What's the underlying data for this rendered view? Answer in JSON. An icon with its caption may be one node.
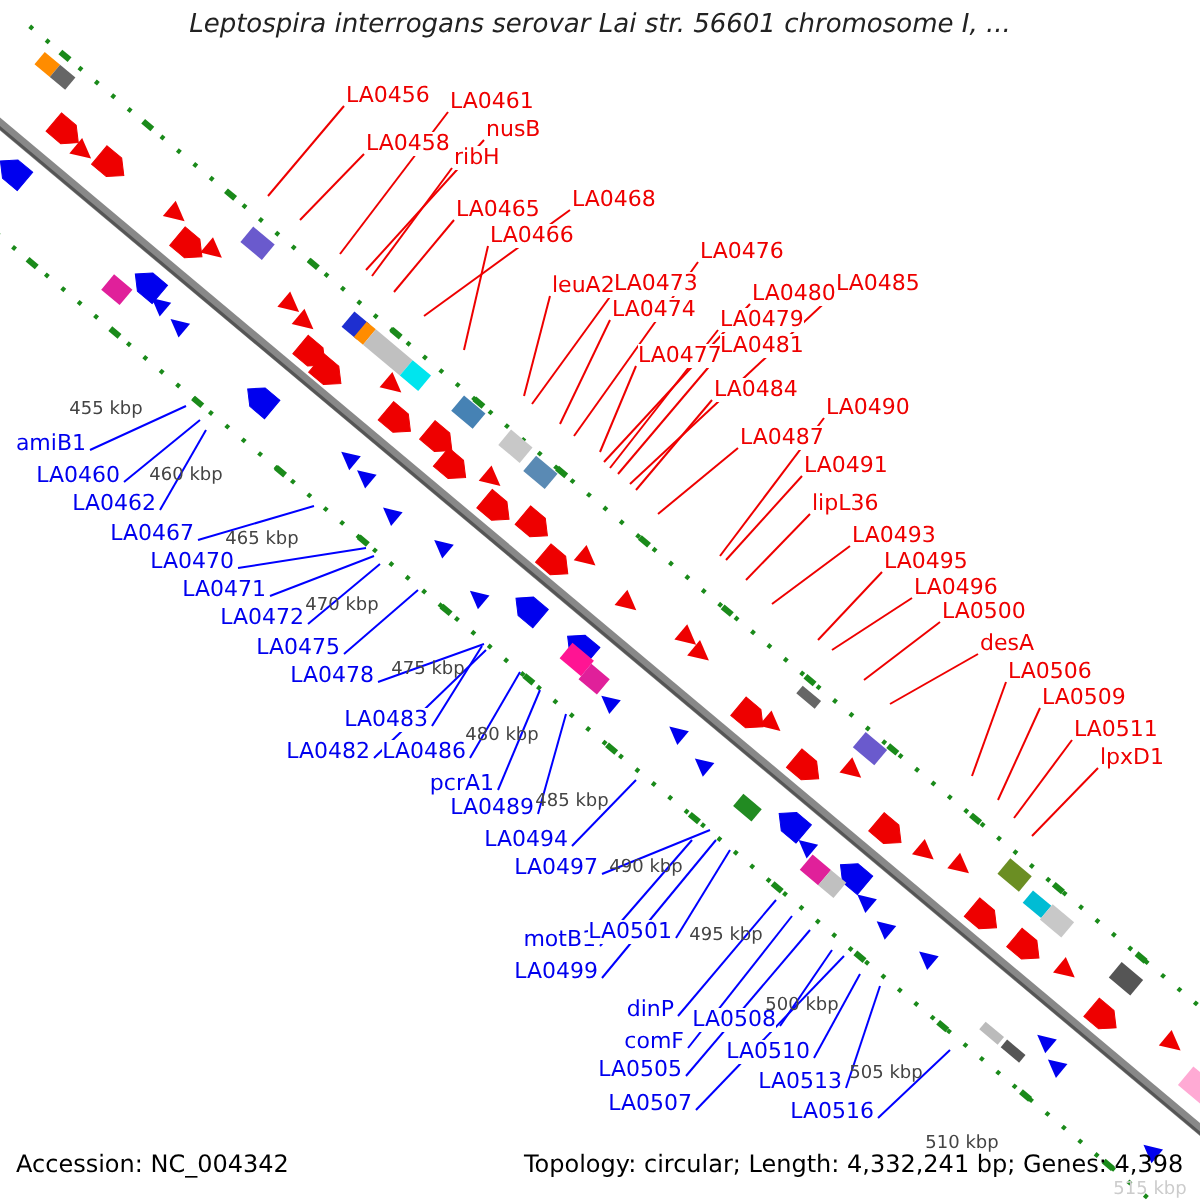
{
  "diagram": {
    "title": "Leptospira interrogans serovar Lai str. 56601 chromosome I, ...",
    "nodes": [
      {
        "text": [
          "LA0456"
        ]
      },
      {
        "text": [
          "LA0458"
        ]
      },
      {
        "text": [
          "LA0461"
        ]
      },
      {
        "text": [
          "nusB"
        ]
      },
      {
        "text": [
          "ribH"
        ]
      },
      {
        "text": [
          "LA0465"
        ]
      },
      {
        "text": [
          "LA0468"
        ]
      },
      {
        "text": [
          "LA0466"
        ]
      },
      {
        "text": [
          "leuA2"
        ]
      },
      {
        "text": [
          "LA0473"
        ]
      },
      {
        "text": [
          "LA0474"
        ]
      },
      {
        "text": [
          "LA0476"
        ]
      },
      {
        "text": [
          "LA0477"
        ]
      },
      {
        "text": [
          "LA0480"
        ]
      },
      {
        "text": [
          "LA0479"
        ]
      },
      {
        "text": [
          "LA0481"
        ]
      },
      {
        "text": [
          "LA0485"
        ]
      },
      {
        "text": [
          "LA0484"
        ]
      },
      {
        "text": [
          "LA0487"
        ]
      },
      {
        "text": [
          "LA0490"
        ]
      },
      {
        "text": [
          "LA0491"
        ]
      },
      {
        "text": [
          "lipL36"
        ]
      },
      {
        "text": [
          "LA0493"
        ]
      },
      {
        "text": [
          "LA0495"
        ]
      },
      {
        "text": [
          "LA0496"
        ]
      },
      {
        "text": [
          "LA0500"
        ]
      },
      {
        "text": [
          "desA"
        ]
      },
      {
        "text": [
          "LA0506"
        ]
      },
      {
        "text": [
          "LA0509"
        ]
      },
      {
        "text": [
          "LA0511"
        ]
      },
      {
        "text": [
          "lpxD1"
        ]
      },
      {
        "text": [
          "amiB1"
        ]
      },
      {
        "text": [
          "LA0460"
        ]
      },
      {
        "text": [
          "LA0462"
        ]
      },
      {
        "text": [
          "LA0467"
        ]
      },
      {
        "text": [
          "LA0470"
        ]
      },
      {
        "text": [
          "LA0471"
        ]
      },
      {
        "text": [
          "LA0472"
        ]
      },
      {
        "text": [
          "LA0475"
        ]
      },
      {
        "text": [
          "LA0478"
        ]
      },
      {
        "text": [
          "LA0483"
        ]
      },
      {
        "text": [
          "LA0482"
        ]
      },
      {
        "text": [
          "LA0486"
        ]
      },
      {
        "text": [
          "pcrA1"
        ]
      },
      {
        "text": [
          "LA0489"
        ]
      },
      {
        "text": [
          "LA0494"
        ]
      },
      {
        "text": [
          "LA0497"
        ]
      },
      {
        "text": [
          "motB1"
        ]
      },
      {
        "text": [
          "LA0501"
        ]
      },
      {
        "text": [
          "LA0499"
        ]
      },
      {
        "text": [
          "dinP"
        ]
      },
      {
        "text": [
          "comF"
        ]
      },
      {
        "text": [
          "LA0508"
        ]
      },
      {
        "text": [
          "LA0505"
        ]
      },
      {
        "text": [
          "LA0510"
        ]
      },
      {
        "text": [
          "LA0507"
        ]
      },
      {
        "text": [
          "LA0513"
        ]
      },
      {
        "text": [
          "LA0516"
        ]
      }
    ],
    "edges": [
      {
        "from": 0,
        "to": null,
        "arrow": "none"
      },
      {
        "from": 1,
        "to": null,
        "arrow": "none"
      },
      {
        "from": 2,
        "to": null,
        "arrow": "none"
      },
      {
        "from": 3,
        "to": null,
        "arrow": "none"
      },
      {
        "from": 4,
        "to": null,
        "arrow": "none"
      },
      {
        "from": 5,
        "to": null,
        "arrow": "none"
      },
      {
        "from": 6,
        "to": null,
        "arrow": "none"
      },
      {
        "from": 7,
        "to": null,
        "arrow": "none"
      },
      {
        "from": 8,
        "to": null,
        "arrow": "none"
      },
      {
        "from": 9,
        "to": null,
        "arrow": "none"
      },
      {
        "from": 10,
        "to": null,
        "arrow": "none"
      },
      {
        "from": 11,
        "to": null,
        "arrow": "none"
      },
      {
        "from": 12,
        "to": null,
        "arrow": "none"
      },
      {
        "from": 13,
        "to": null,
        "arrow": "none"
      },
      {
        "from": 14,
        "to": null,
        "arrow": "none"
      },
      {
        "from": 15,
        "to": null,
        "arrow": "none"
      },
      {
        "from": 16,
        "to": null,
        "arrow": "none"
      },
      {
        "from": 17,
        "to": null,
        "arrow": "none"
      },
      {
        "from": 18,
        "to": null,
        "arrow": "none"
      },
      {
        "from": 19,
        "to": null,
        "arrow": "none"
      },
      {
        "from": 20,
        "to": null,
        "arrow": "none"
      },
      {
        "from": 21,
        "to": null,
        "arrow": "none"
      },
      {
        "from": 22,
        "to": null,
        "arrow": "none"
      },
      {
        "from": 23,
        "to": null,
        "arrow": "none"
      },
      {
        "from": 24,
        "to": null,
        "arrow": "none"
      },
      {
        "from": 25,
        "to": null,
        "arrow": "none"
      },
      {
        "from": 26,
        "to": null,
        "arrow": "none"
      },
      {
        "from": 27,
        "to": null,
        "arrow": "none"
      },
      {
        "from": 28,
        "to": null,
        "arrow": "none"
      },
      {
        "from": 29,
        "to": null,
        "arrow": "none"
      },
      {
        "from": 30,
        "to": null,
        "arrow": "none"
      },
      {
        "from": 31,
        "to": null,
        "arrow": "none",
        "color": "#0000ff"
      },
      {
        "from": 32,
        "to": null,
        "arrow": "none",
        "color": "#0000ff"
      },
      {
        "from": 33,
        "to": null,
        "arrow": "none",
        "color": "#0000ff"
      },
      {
        "from": 34,
        "to": null,
        "arrow": "none",
        "color": "#0000ff"
      },
      {
        "from": 35,
        "to": null,
        "arrow": "none",
        "color": "#0000ff"
      },
      {
        "from": 36,
        "to": null,
        "arrow": "none",
        "color": "#0000ff"
      },
      {
        "from": 37,
        "to": null,
        "arrow": "none",
        "color": "#0000ff"
      },
      {
        "from": 38,
        "to": null,
        "arrow": "none",
        "color": "#0000ff"
      },
      {
        "from": 39,
        "to": null,
        "arrow": "none",
        "color": "#0000ff"
      },
      {
        "from": 40,
        "to": null,
        "arrow": "none",
        "color": "#0000ff"
      },
      {
        "from": 41,
        "to": null,
        "arrow": "none",
        "color": "#0000ff"
      },
      {
        "from": 42,
        "to": null,
        "arrow": "none",
        "color": "#0000ff"
      },
      {
        "from": 43,
        "to": null,
        "arrow": "none",
        "color": "#0000ff"
      },
      {
        "from": 44,
        "to": null,
        "arrow": "none",
        "color": "#0000ff"
      },
      {
        "from": 45,
        "to": null,
        "arrow": "none",
        "color": "#0000ff"
      },
      {
        "from": 46,
        "to": null,
        "arrow": "none",
        "color": "#0000ff"
      },
      {
        "from": 47,
        "to": null,
        "arrow": "none",
        "color": "#0000ff"
      },
      {
        "from": 48,
        "to": null,
        "arrow": "none",
        "color": "#0000ff"
      },
      {
        "from": 49,
        "to": null,
        "arrow": "none",
        "color": "#0000ff"
      },
      {
        "from": 50,
        "to": null,
        "arrow": "none",
        "color": "#0000ff"
      },
      {
        "from": 51,
        "to": null,
        "arrow": "none",
        "color": "#0000ff"
      },
      {
        "from": 52,
        "to": null,
        "arrow": "none",
        "color": "#0000ff"
      },
      {
        "from": 53,
        "to": null,
        "arrow": "none",
        "color": "#0000ff"
      },
      {
        "from": 54,
        "to": null,
        "arrow": "none",
        "color": "#0000ff"
      },
      {
        "from": 55,
        "to": null,
        "arrow": "none",
        "color": "#0000ff"
      },
      {
        "from": 56,
        "to": null,
        "arrow": "none",
        "color": "#0000ff"
      },
      {
        "from": 57,
        "to": null,
        "arrow": "none",
        "color": "#0000ff"
      }
    ],
    "labels": [
      "455 kbp",
      "460 kbp",
      "465 kbp",
      "470 kbp",
      "475 kbp",
      "480 kbp",
      "485 kbp",
      "490 kbp",
      "495 kbp",
      "500 kbp",
      "505 kbp",
      "510 kbp",
      "515 kbp",
      "Accession: NC_004342",
      "Topology: circular; Length: 4,332,241 bp; Genes: 4,398"
    ]
  }
}
